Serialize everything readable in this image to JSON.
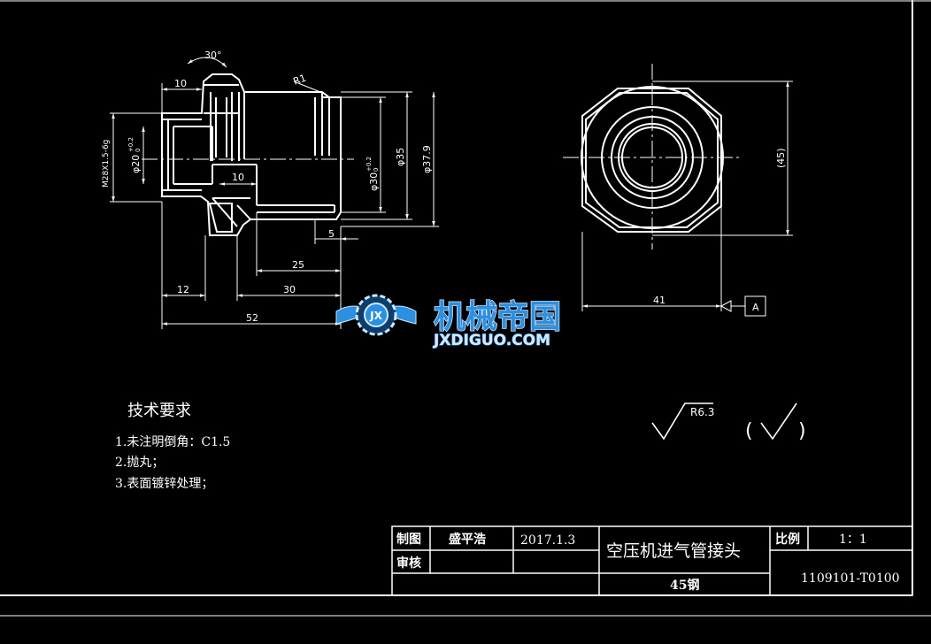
{
  "dimensions": {
    "chamfer_angle": "30°",
    "fillet": "R1",
    "d10_top": "10",
    "d10_inner": "10",
    "thread": "M28X1.5-6g",
    "bore": "φ20",
    "bore_tol_upper": "+0.2",
    "bore_tol_lower": "0",
    "d30": "φ30",
    "d30_tol_upper": "+0.2",
    "d30_tol_lower": "0",
    "d35": "φ35",
    "d379": "φ37.9",
    "d45": "(45)",
    "d5": "5",
    "d25": "25",
    "d12": "12",
    "d30len": "30",
    "d52": "52",
    "d41": "41",
    "datum": "A"
  },
  "watermark": {
    "brand": "机械帝国",
    "url": "JXDIGUO.COM",
    "badge": "JX"
  },
  "tech_req": {
    "title": "技术要求",
    "items": [
      "1.未注明倒角：C1.5",
      "2.抛丸；",
      "3.表面镀锌处理；"
    ]
  },
  "roughness": {
    "value": "R6.3",
    "rest_open": "(",
    "rest_close": ")"
  },
  "title_block": {
    "drawn_label": "制图",
    "drawn_name": "盛平浩",
    "drawn_date": "2017.1.3",
    "check_label": "审核",
    "part_name": "空压机进气管接头",
    "material": "45钢",
    "scale_label": "比例",
    "scale_value": "1：1",
    "drawing_no": "1109101-T0100"
  },
  "colors": {
    "background": "#000000",
    "line": "#ffffff",
    "watermark_blue": "#2d8fe0",
    "watermark_light": "#cfe8ff"
  }
}
